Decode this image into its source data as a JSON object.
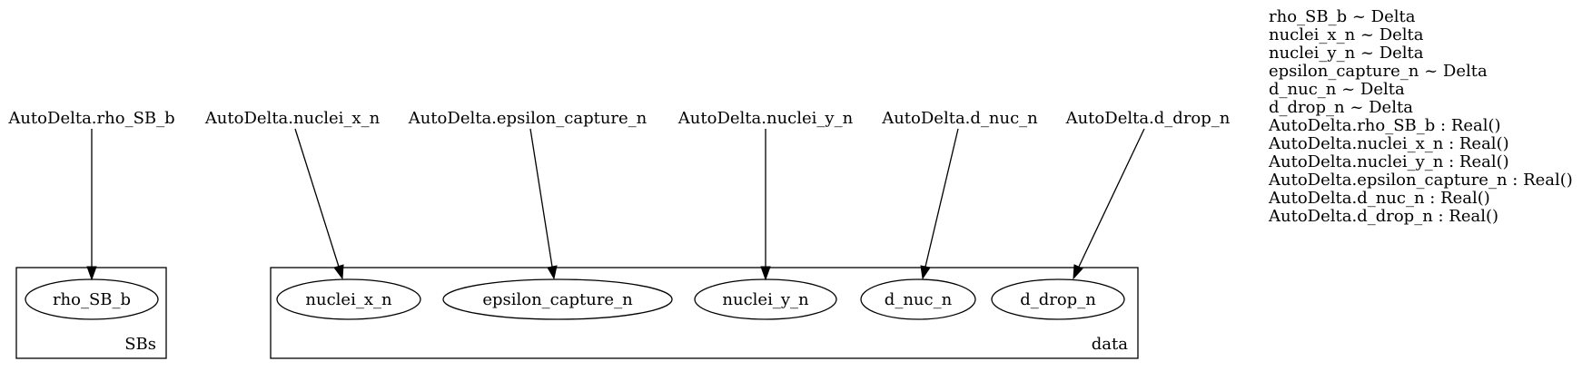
{
  "diagram": {
    "sources": [
      {
        "id": "src-rho",
        "label": "AutoDelta.rho_SB_b"
      },
      {
        "id": "src-nuclei-x",
        "label": "AutoDelta.nuclei_x_n"
      },
      {
        "id": "src-epsilon",
        "label": "AutoDelta.epsilon_capture_n"
      },
      {
        "id": "src-nuclei-y",
        "label": "AutoDelta.nuclei_y_n"
      },
      {
        "id": "src-d-nuc",
        "label": "AutoDelta.d_nuc_n"
      },
      {
        "id": "src-d-drop",
        "label": "AutoDelta.d_drop_n"
      }
    ],
    "clusters": [
      {
        "id": "cluster-sbs",
        "label": "SBs",
        "nodes": [
          "node-rho"
        ]
      },
      {
        "id": "cluster-data",
        "label": "data",
        "nodes": [
          "node-nuclei-x",
          "node-epsilon",
          "node-nuclei-y",
          "node-d-nuc",
          "node-d-drop"
        ]
      }
    ],
    "nodes": [
      {
        "id": "node-rho",
        "label": "rho_SB_b",
        "shape": "ellipse"
      },
      {
        "id": "node-nuclei-x",
        "label": "nuclei_x_n",
        "shape": "ellipse"
      },
      {
        "id": "node-epsilon",
        "label": "epsilon_capture_n",
        "shape": "ellipse"
      },
      {
        "id": "node-nuclei-y",
        "label": "nuclei_y_n",
        "shape": "ellipse"
      },
      {
        "id": "node-d-nuc",
        "label": "d_nuc_n",
        "shape": "ellipse"
      },
      {
        "id": "node-d-drop",
        "label": "d_drop_n",
        "shape": "ellipse"
      }
    ],
    "edges": [
      {
        "from": "src-rho",
        "to": "node-rho"
      },
      {
        "from": "src-nuclei-x",
        "to": "node-nuclei-x"
      },
      {
        "from": "src-epsilon",
        "to": "node-epsilon"
      },
      {
        "from": "src-nuclei-y",
        "to": "node-nuclei-y"
      },
      {
        "from": "src-d-nuc",
        "to": "node-d-nuc"
      },
      {
        "from": "src-d-drop",
        "to": "node-d-drop"
      }
    ],
    "legend": [
      "rho_SB_b ~ Delta",
      "nuclei_x_n ~ Delta",
      "nuclei_y_n ~ Delta",
      "epsilon_capture_n ~ Delta",
      "d_nuc_n ~ Delta",
      "d_drop_n ~ Delta",
      "AutoDelta.rho_SB_b : Real()",
      "AutoDelta.nuclei_x_n : Real()",
      "AutoDelta.nuclei_y_n : Real()",
      "AutoDelta.epsilon_capture_n : Real()",
      "AutoDelta.d_nuc_n : Real()",
      "AutoDelta.d_drop_n : Real()"
    ]
  }
}
